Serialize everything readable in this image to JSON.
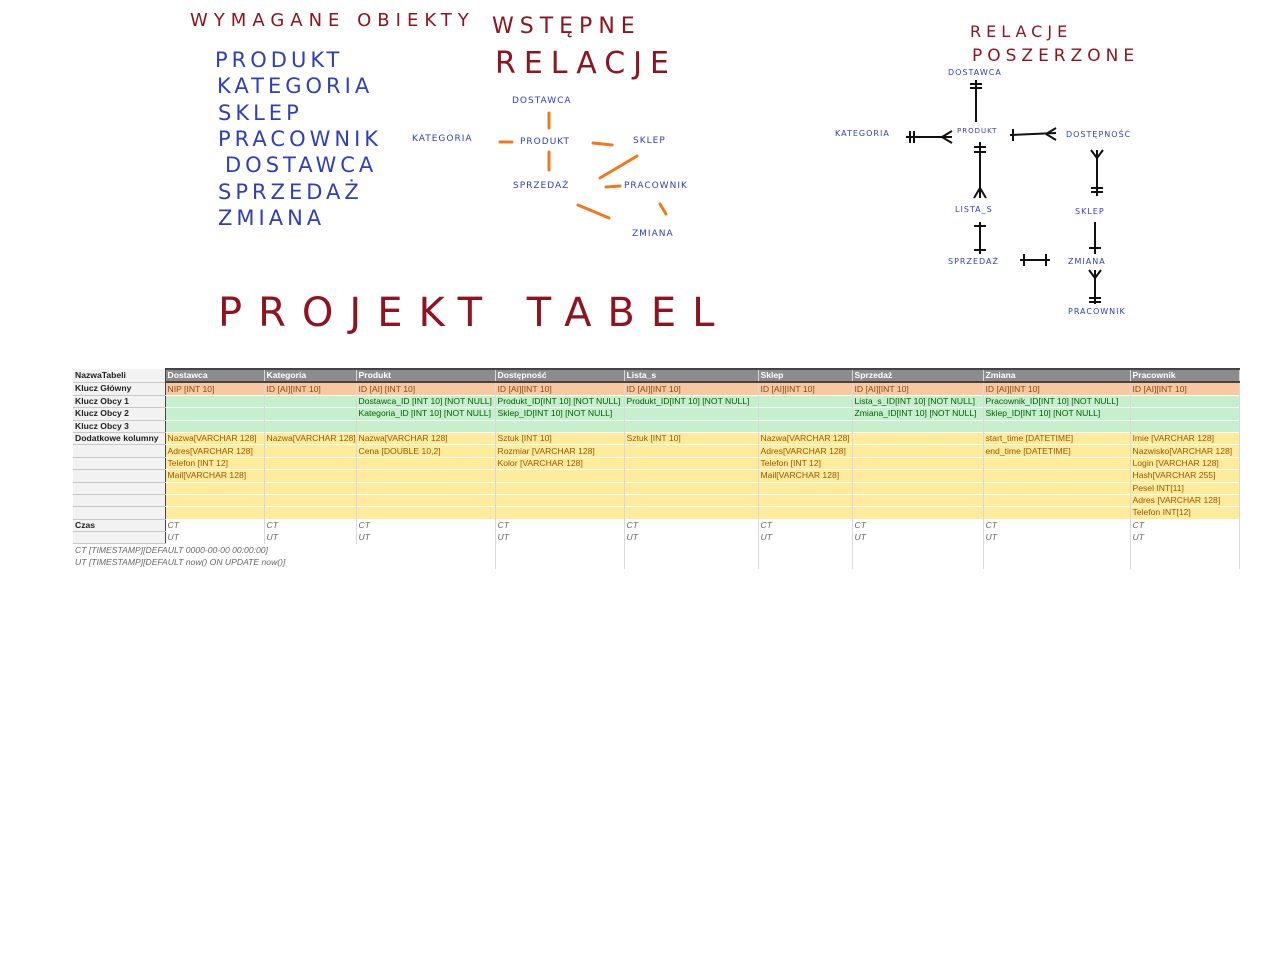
{
  "notes": {
    "required_title": "WYMAGANE OBIEKTY",
    "required_items": [
      "PRODUKT",
      "KATEGORIA",
      "SKLEP",
      "PRACOWNIK",
      "DOSTAWCA",
      "SPRZEDAŻ",
      "ZMIANA"
    ],
    "initial_title_1": "WSTĘPNE",
    "initial_title_2": "RELACJE",
    "initial_nodes": [
      "DOSTAWCA",
      "KATEGORIA",
      "PRODUKT",
      "SKLEP",
      "SPRZEDAŻ",
      "PRACOWNIK",
      "ZMIANA"
    ],
    "extended_title_1": "RELACJE",
    "extended_title_2": "POSZERZONE",
    "extended_nodes": [
      "DOSTAWCA",
      "KATEGORIA",
      "PRODUKT",
      "DOSTĘPNOŚĆ",
      "LISTA_S",
      "SKLEP",
      "SPRZEDAŻ",
      "ZMIANA",
      "PRACOWNIK"
    ],
    "project_title": "PROJEKT TABEL"
  },
  "sheet": {
    "row_labels": [
      "NazwaTabeli",
      "Klucz Główny",
      "Klucz Obcy 1",
      "Klucz Obcy 2",
      "Klucz Obcy 3",
      "Dodatkowe kolumny",
      "",
      "",
      "",
      "",
      "Czas",
      ""
    ],
    "tables": [
      {
        "name": "Dostawca",
        "pk": "NIP [INT 10]",
        "fk": [
          "",
          "",
          ""
        ],
        "cols": [
          "Nazwa[VARCHAR 128]",
          "Adres[VARCHAR 128]",
          "Telefon [INT 12]",
          "Mail[VARCHAR 128]",
          "",
          "",
          ""
        ],
        "ct": "CT",
        "ut": "UT"
      },
      {
        "name": "Kategoria",
        "pk": "ID [AI][INT 10]",
        "fk": [
          "",
          "",
          ""
        ],
        "cols": [
          "Nazwa[VARCHAR 128]",
          "",
          "",
          "",
          "",
          "",
          ""
        ],
        "ct": "CT",
        "ut": "UT"
      },
      {
        "name": "Produkt",
        "pk": "ID [AI] [INT 10]",
        "fk": [
          "Dostawca_ID [INT 10] [NOT NULL]",
          "Kategoria_ID [INT 10] [NOT NULL]",
          ""
        ],
        "cols": [
          "Nazwa[VARCHAR 128]",
          "Cena [DOUBLE 10,2]",
          "",
          "",
          "",
          "",
          ""
        ],
        "ct": "CT",
        "ut": "UT"
      },
      {
        "name": "Dostępność",
        "pk": "ID [AI][INT 10]",
        "fk": [
          "Produkt_ID[INT 10] [NOT NULL]",
          "Sklep_ID[INT 10] [NOT NULL]",
          ""
        ],
        "cols": [
          "Sztuk [INT 10]",
          "Rozmiar [VARCHAR 128]",
          "Kolor [VARCHAR 128]",
          "",
          "",
          "",
          ""
        ],
        "ct": "CT",
        "ut": "UT"
      },
      {
        "name": "Lista_s",
        "pk": "ID [AI][INT 10]",
        "fk": [
          "Produkt_ID[INT 10] [NOT NULL]",
          "",
          ""
        ],
        "cols": [
          "Sztuk [INT 10]",
          "",
          "",
          "",
          "",
          "",
          ""
        ],
        "ct": "CT",
        "ut": "UT"
      },
      {
        "name": "Sklep",
        "pk": "ID [AI][INT 10]",
        "fk": [
          "",
          "",
          ""
        ],
        "cols": [
          "Nazwa[VARCHAR 128]",
          "Adres[VARCHAR 128]",
          "Telefon [INT 12]",
          "Mail[VARCHAR 128]",
          "",
          "",
          ""
        ],
        "ct": "CT",
        "ut": "UT"
      },
      {
        "name": "Sprzedaż",
        "pk": "ID [AI][INT 10]",
        "fk": [
          "Lista_s_ID[INT 10] [NOT NULL]",
          "Zmiana_ID[INT 10] [NOT NULL]",
          ""
        ],
        "cols": [
          "",
          "",
          "",
          "",
          "",
          "",
          ""
        ],
        "ct": "CT",
        "ut": "UT"
      },
      {
        "name": "Zmiana",
        "pk": "ID [AI][INT 10]",
        "fk": [
          "Pracownik_ID[INT 10] [NOT NULL]",
          "Sklep_ID[INT 10] [NOT NULL]",
          ""
        ],
        "cols": [
          "start_time [DATETIME]",
          "end_time [DATETIME]",
          "",
          "",
          "",
          "",
          ""
        ],
        "ct": "CT",
        "ut": "UT"
      },
      {
        "name": "Pracownik",
        "pk": "ID [AI][INT 10]",
        "fk": [
          "",
          "",
          ""
        ],
        "cols": [
          "Imie [VARCHAR 128]",
          "Nazwisko[VARCHAR 128]",
          "Login [VARCHAR 128]",
          "Hash[VARCHAR 255]",
          "Pesel INT[11]",
          "Adres [VARCHAR 128]",
          "Telefon INT[12]"
        ],
        "ct": "CT",
        "ut": "UT"
      }
    ],
    "footnotes": [
      "CT [TIMESTAMP][DEFAULT 0000-00-00 00:00:00]",
      "UT [TIMESTAMP][DEFAULT now() ON UPDATE now()]"
    ]
  },
  "colors": {
    "handwriting_red": "#8e1420",
    "handwriting_blue": "#2f3fb8",
    "relation_lines": "#f07a1a",
    "header_gray": "#8c8c8c",
    "pk_fill": "#f8c8a0",
    "fk_fill": "#c6efce",
    "extra_fill": "#ffeb9c"
  }
}
